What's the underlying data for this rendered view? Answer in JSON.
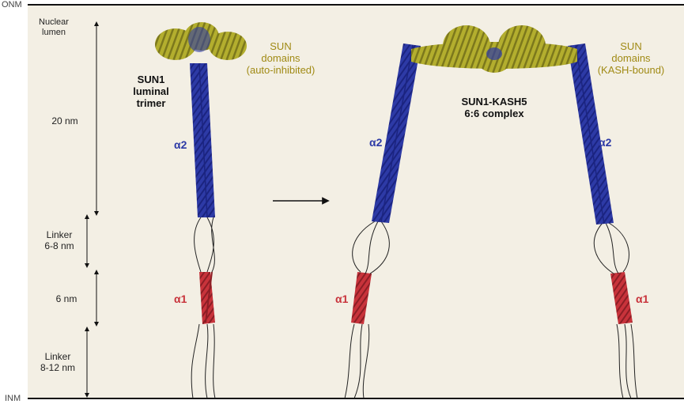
{
  "membranes": {
    "outer": "ONM",
    "inner": "INM"
  },
  "compartment": {
    "name_line1": "Nuclear",
    "name_line2": "lumen"
  },
  "dimensions": [
    {
      "line1": "20 nm",
      "line2": ""
    },
    {
      "line1": "Linker",
      "line2": "6-8 nm"
    },
    {
      "line1": "6 nm",
      "line2": ""
    },
    {
      "line1": "Linker",
      "line2": "8-12 nm"
    }
  ],
  "left_structure": {
    "title_lines": [
      "SUN1",
      "luminal",
      "trimer"
    ],
    "sun_label_lines": [
      "SUN",
      "domains",
      "(auto-inhibited)"
    ],
    "helix_upper": "α2",
    "helix_lower": "α1"
  },
  "right_structure": {
    "title_lines": [
      "SUN1-KASH5",
      "6:6 complex"
    ],
    "sun_label_lines": [
      "SUN",
      "domains",
      "(KASH-bound)"
    ],
    "helix_upper_left": "α2",
    "helix_upper_right": "α2",
    "helix_lower_left": "α1",
    "helix_lower_right": "α1"
  },
  "colors": {
    "background": "#f3efe4",
    "sun_domain": "#b3ae2e",
    "alpha2_helix": "#2d3aa6",
    "alpha1_helix": "#c8333b",
    "linker": "#222222"
  }
}
